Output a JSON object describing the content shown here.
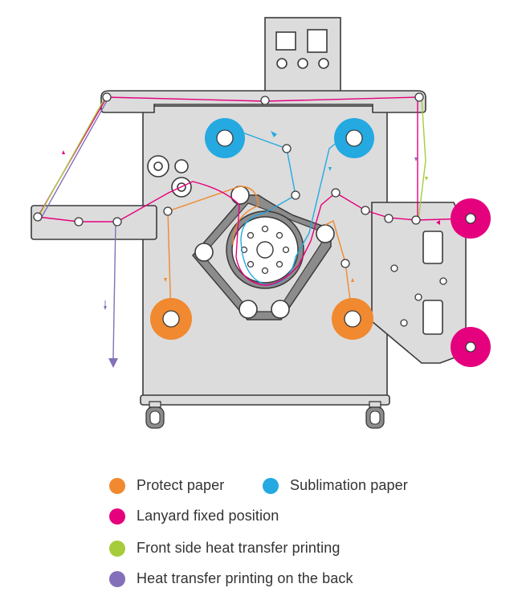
{
  "colors": {
    "protect": "#f0892f",
    "sublimation": "#24a9e1",
    "lanyard": "#e5007e",
    "front": "#a6cc3b",
    "back": "#8470b8",
    "machine": "#dcdcdc",
    "outline": "#3a3a3a",
    "belt": "#8c8c8c"
  },
  "legend": [
    {
      "key": "protect",
      "label": "Protect paper",
      "color": "#f0892f"
    },
    {
      "key": "sublimation",
      "label": "Sublimation paper",
      "color": "#24a9e1"
    },
    {
      "key": "lanyard",
      "label": "Lanyard fixed position",
      "color": "#e5007e"
    },
    {
      "key": "front",
      "label": "Front side heat transfer printing",
      "color": "#a6cc3b"
    },
    {
      "key": "back",
      "label": "Heat transfer printing on the back",
      "color": "#8470b8"
    }
  ]
}
